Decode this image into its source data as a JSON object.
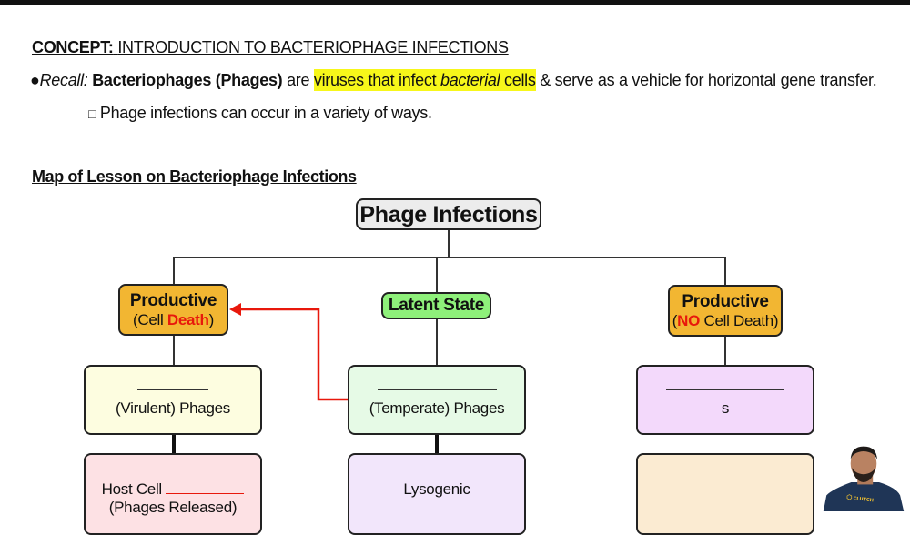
{
  "header": {
    "concept_label": "CONCEPT:",
    "concept_title": "INTRODUCTION TO BACTERIOPHAGE INFECTIONS"
  },
  "recall": {
    "bullet": "●",
    "label": "Recall:",
    "term": "Bacteriophages (Phages)",
    "are": " are ",
    "highlight_1": "viruses that infect ",
    "highlight_italic": "bacterial",
    "highlight_2": " cells",
    "rest": " & serve as a vehicle for horizontal gene transfer."
  },
  "sub_bullet": {
    "marker": "□",
    "text": "Phage infections can occur in a variety of ways."
  },
  "map_heading": "Map of Lesson on Bacteriophage Infections",
  "diagram": {
    "root": "Phage Infections",
    "left": {
      "title": "Productive",
      "sub_open": "(Cell ",
      "sub_red": "Death",
      "sub_close": ")",
      "phage_label": "(Virulent) Phages",
      "outcome_text": "Host Cell",
      "outcome_sub": "(Phages Released)"
    },
    "center": {
      "title": "Latent State",
      "phage_label": "(Temperate) Phages",
      "outcome_text": "Lysogenic"
    },
    "right": {
      "title": "Productive",
      "sub_open": "(",
      "sub_red": "NO",
      "sub_close": " Cell Death)",
      "phage_label_partial": "s"
    },
    "colors": {
      "productive": "#f2b632",
      "latent": "#8ef07a",
      "root": "#ececec",
      "virulent": "#fdfde0",
      "temperate": "#e6fae6",
      "right_phage": "#f3d9fb",
      "host_cell": "#fde1e4",
      "lysogenic": "#f2e6fb",
      "right_outcome": "#fbebd2",
      "arrow_red": "#e8180c",
      "highlight": "#f7f71a"
    }
  },
  "presenter": {
    "shirt_logo": "CLUTCH",
    "shirt_color": "#1f3556"
  }
}
